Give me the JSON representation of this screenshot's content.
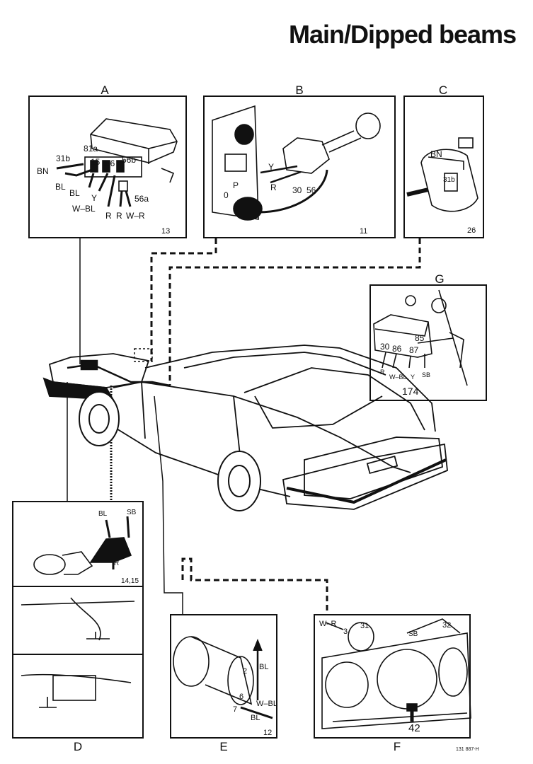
{
  "title": "Main/Dipped beams",
  "panels": {
    "A": {
      "letter": "A",
      "ref": "13",
      "labels": {
        "t81a": "81a",
        "t31b": "31b",
        "t15": "15",
        "t56": "56",
        "t56b": "56b",
        "t56a": "56a",
        "bn": "BN",
        "bl1": "BL",
        "bl2": "BL",
        "y": "Y",
        "wbl": "W–BL",
        "r1": "R",
        "r2": "R",
        "wr": "W–R"
      }
    },
    "B": {
      "letter": "B",
      "ref": "11",
      "labels": {
        "y": "Y",
        "r": "R",
        "t30": "30",
        "t56": "56",
        "p": "P",
        "zero": "0"
      }
    },
    "C": {
      "letter": "C",
      "ref": "26",
      "labels": {
        "bn": "BN",
        "t31b": "31b"
      }
    },
    "G": {
      "letter": "G",
      "ref": "174",
      "labels": {
        "t85": "85",
        "t30": "30",
        "t86": "86",
        "t87": "87",
        "r": "R",
        "wbl": "W–BL",
        "y": "Y",
        "sb": "SB"
      }
    },
    "D": {
      "letter": "D",
      "ref": "14,15",
      "labels": {
        "bl": "BL",
        "sb": "SB",
        "r": "R"
      }
    },
    "E": {
      "letter": "E",
      "ref": "12",
      "labels": {
        "bl1": "BL",
        "t2": "2",
        "t6": "6",
        "t7": "7",
        "wbl": "W–BL",
        "bl2": "BL"
      }
    },
    "F": {
      "letter": "F",
      "ref": "42",
      "labels": {
        "wr": "W–R",
        "t3": "3",
        "t31": "31",
        "sb": "SB",
        "t32": "32"
      }
    }
  },
  "doc_ref": "131 887-H"
}
